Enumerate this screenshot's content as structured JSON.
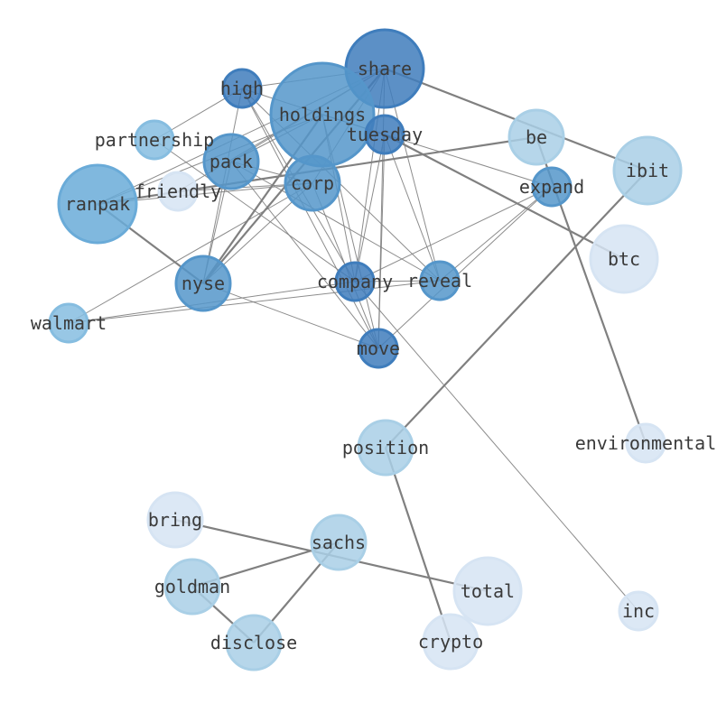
{
  "nodes": [
    {
      "id": "share",
      "label": "share",
      "level": 5
    },
    {
      "id": "holdings",
      "label": "holdings",
      "level": 4
    },
    {
      "id": "high",
      "label": "high",
      "level": 5
    },
    {
      "id": "tuesday",
      "label": "tuesday",
      "level": 5
    },
    {
      "id": "partnership",
      "label": "partnership",
      "level": 2
    },
    {
      "id": "pack",
      "label": "pack",
      "level": 4
    },
    {
      "id": "friendly",
      "label": "friendly",
      "level": 0
    },
    {
      "id": "corp",
      "label": "corp",
      "level": 4
    },
    {
      "id": "ranpak",
      "label": "ranpak",
      "level": 3
    },
    {
      "id": "be",
      "label": "be",
      "level": 1
    },
    {
      "id": "ibit",
      "label": "ibit",
      "level": 1
    },
    {
      "id": "expand",
      "label": "expand",
      "level": 4
    },
    {
      "id": "btc",
      "label": "btc",
      "level": 0
    },
    {
      "id": "nyse",
      "label": "nyse",
      "level": 4
    },
    {
      "id": "company",
      "label": "company",
      "level": 5
    },
    {
      "id": "reveal",
      "label": "reveal",
      "level": 4
    },
    {
      "id": "walmart",
      "label": "walmart",
      "level": 2
    },
    {
      "id": "move",
      "label": "move",
      "level": 5
    },
    {
      "id": "position",
      "label": "position",
      "level": 1
    },
    {
      "id": "environmental",
      "label": "environmental",
      "level": 0
    },
    {
      "id": "bring",
      "label": "bring",
      "level": 0
    },
    {
      "id": "sachs",
      "label": "sachs",
      "level": 1
    },
    {
      "id": "goldman",
      "label": "goldman",
      "level": 1
    },
    {
      "id": "total",
      "label": "total",
      "level": 0
    },
    {
      "id": "disclose",
      "label": "disclose",
      "level": 1
    },
    {
      "id": "crypto",
      "label": "crypto",
      "level": 0
    },
    {
      "id": "inc",
      "label": "inc",
      "level": 0
    }
  ],
  "edges_strong": [
    [
      "ranpak",
      "nyse"
    ],
    [
      "share",
      "ibit"
    ],
    [
      "tuesday",
      "btc"
    ],
    [
      "be",
      "environmental"
    ],
    [
      "ibit",
      "position"
    ],
    [
      "position",
      "crypto"
    ],
    [
      "bring",
      "total"
    ],
    [
      "goldman",
      "sachs"
    ],
    [
      "sachs",
      "disclose"
    ],
    [
      "goldman",
      "disclose"
    ],
    [
      "ranpak",
      "be"
    ],
    [
      "holdings",
      "nyse"
    ],
    [
      "share",
      "nyse"
    ]
  ],
  "edges_weak": [
    [
      "share",
      "high"
    ],
    [
      "share",
      "pack"
    ],
    [
      "share",
      "ranpak"
    ],
    [
      "share",
      "friendly"
    ],
    [
      "share",
      "corp"
    ],
    [
      "share",
      "company"
    ],
    [
      "share",
      "move"
    ],
    [
      "share",
      "reveal"
    ],
    [
      "holdings",
      "pack"
    ],
    [
      "holdings",
      "ranpak"
    ],
    [
      "holdings",
      "move"
    ],
    [
      "holdings",
      "company"
    ],
    [
      "holdings",
      "tuesday"
    ],
    [
      "high",
      "partnership"
    ],
    [
      "high",
      "nyse"
    ],
    [
      "high",
      "company"
    ],
    [
      "high",
      "move"
    ],
    [
      "high",
      "reveal"
    ],
    [
      "high",
      "tuesday"
    ],
    [
      "tuesday",
      "expand"
    ],
    [
      "tuesday",
      "company"
    ],
    [
      "tuesday",
      "move"
    ],
    [
      "tuesday",
      "reveal"
    ],
    [
      "corp",
      "nyse"
    ],
    [
      "corp",
      "ranpak"
    ],
    [
      "corp",
      "move"
    ],
    [
      "corp",
      "pack"
    ],
    [
      "partnership",
      "company"
    ],
    [
      "pack",
      "move"
    ],
    [
      "pack",
      "reveal"
    ],
    [
      "nyse",
      "move"
    ],
    [
      "nyse",
      "pack"
    ],
    [
      "walmart",
      "corp"
    ],
    [
      "walmart",
      "reveal"
    ],
    [
      "walmart",
      "company"
    ],
    [
      "expand",
      "move"
    ],
    [
      "expand",
      "company"
    ],
    [
      "expand",
      "reveal"
    ],
    [
      "company",
      "inc"
    ],
    [
      "company",
      "reveal"
    ],
    [
      "friendly",
      "corp"
    ]
  ],
  "colors": {
    "edge": "#808080",
    "levels": [
      "#d6e4f3",
      "#a9cfe6",
      "#86bde0",
      "#6aabd8",
      "#5596ca",
      "#3f7dbc"
    ]
  }
}
